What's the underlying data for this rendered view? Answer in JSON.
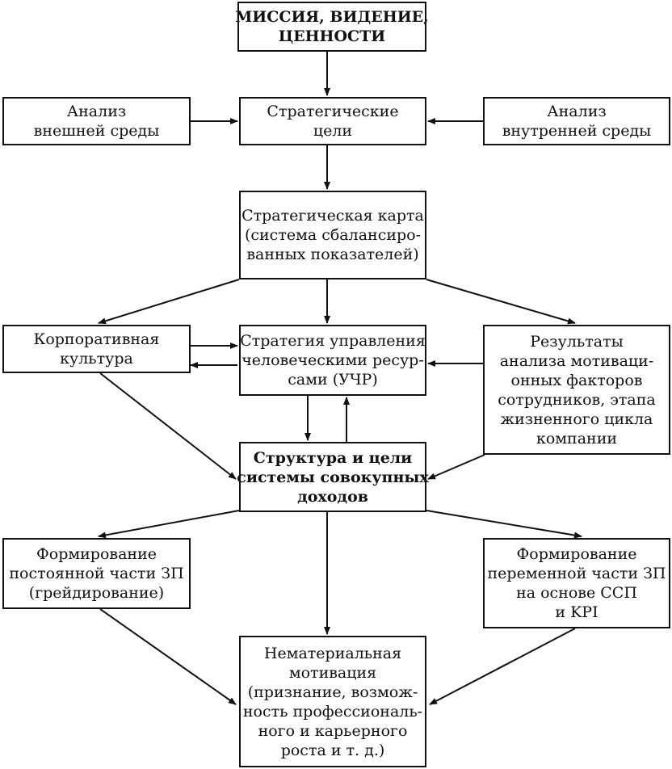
{
  "boxes": {
    "mission": {
      "lines": [
        "МИССИЯ, ВИДЕНИЕ,",
        "ЦЕННОСТИ"
      ]
    },
    "external": {
      "lines": [
        "Анализ",
        "внешней среды"
      ]
    },
    "goals": {
      "lines": [
        "Стратегические",
        "цели"
      ]
    },
    "internal": {
      "lines": [
        "Анализ",
        "внутренней среды"
      ]
    },
    "map": {
      "lines": [
        "Стратегическая карта",
        "(система сбалансиро-",
        "ванных показателей)"
      ]
    },
    "culture": {
      "lines": [
        "Корпоративная",
        "культура"
      ]
    },
    "hrm": {
      "lines": [
        "Стратегия управления",
        "человеческими ресур-",
        "сами (УЧР)"
      ]
    },
    "results": {
      "lines": [
        "Результаты",
        "анализа мотиваци-",
        "онных факторов",
        "сотрудников, этапа",
        "жизненного цикла",
        "компании"
      ]
    },
    "structure": {
      "lines": [
        "Структура и цели",
        "системы совокупных",
        "доходов"
      ]
    },
    "fixed": {
      "lines": [
        "Формирование",
        "постоянной части ЗП",
        "(грейдирование)"
      ]
    },
    "variable": {
      "lines": [
        "Формирование",
        "переменной части ЗП",
        "на основе ССП",
        "и KPI"
      ]
    },
    "nonmaterial": {
      "lines": [
        "Нематериальная",
        "мотивация",
        "(признание, возмож-",
        "ность профессиональ-",
        "ного и карьерного",
        "роста и т. д.)"
      ]
    }
  }
}
